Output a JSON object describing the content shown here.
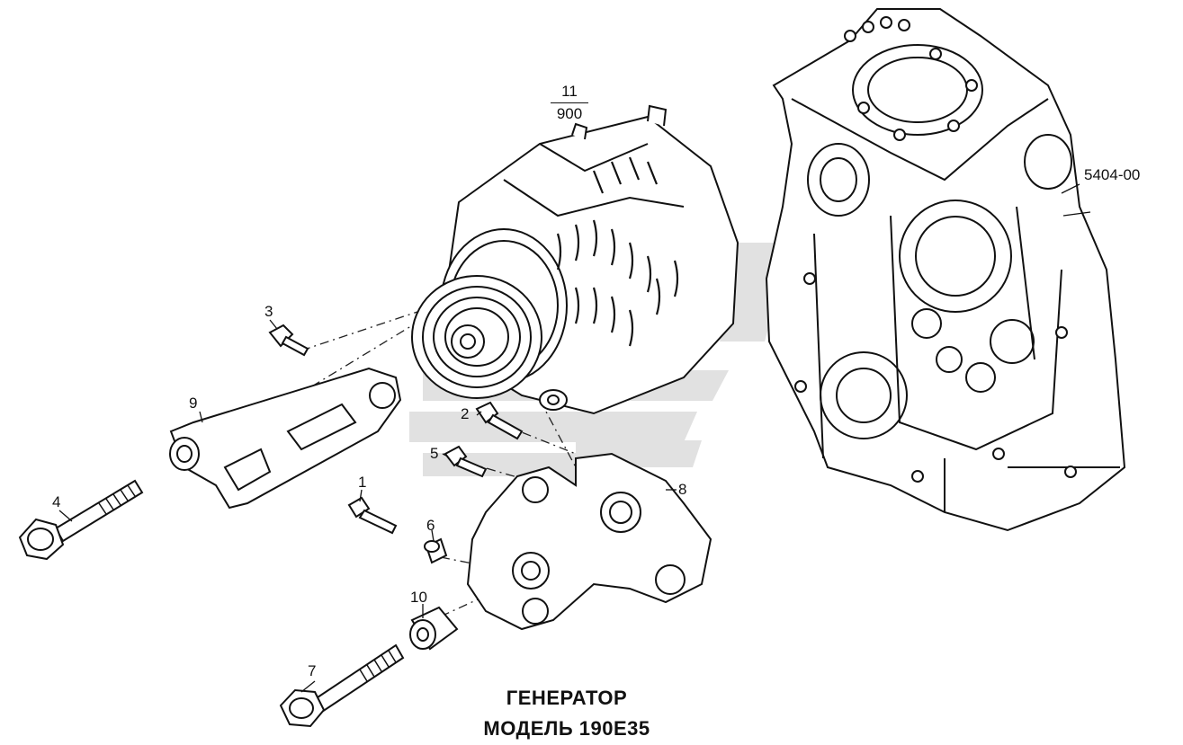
{
  "diagram": {
    "assembly_number": {
      "top": "11",
      "bottom": "900"
    },
    "reference_code": "5404-00",
    "callouts": [
      "1",
      "2",
      "3",
      "4",
      "5",
      "6",
      "7",
      "8",
      "9",
      "10"
    ],
    "caption": {
      "line1": "ГЕНЕРАТОР",
      "line2": "МОДЕЛЬ 190E35"
    }
  }
}
